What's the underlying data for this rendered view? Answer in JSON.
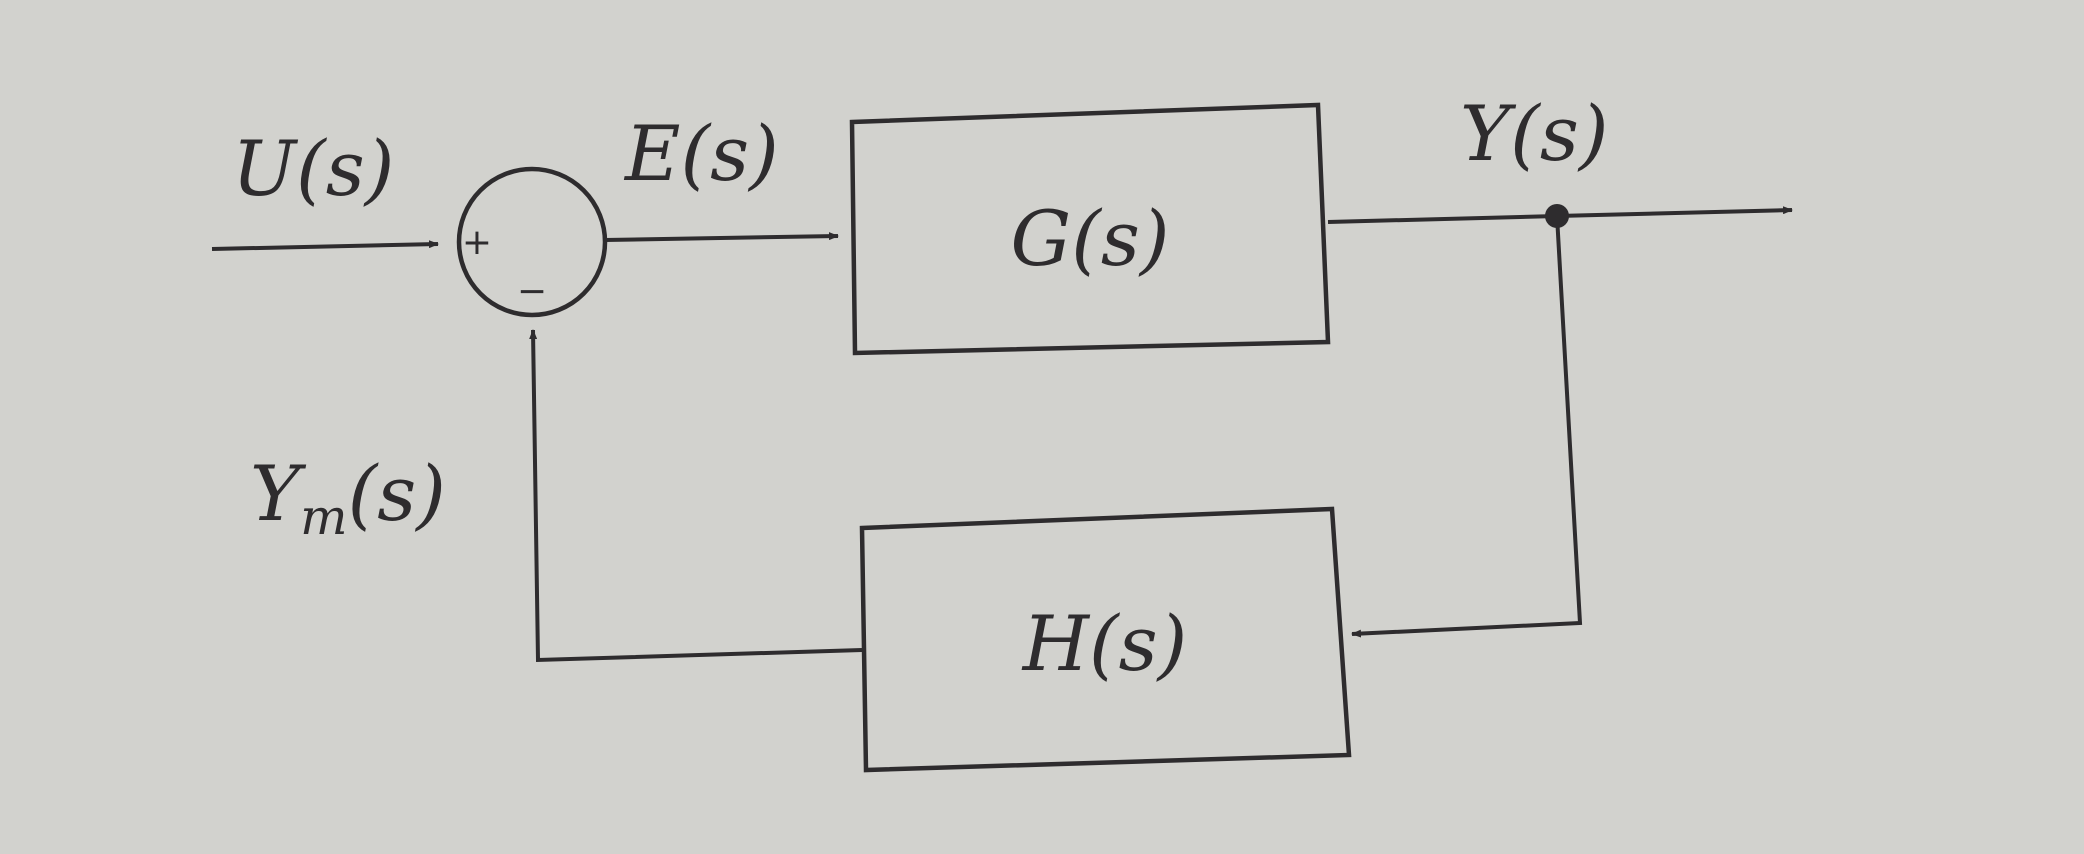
{
  "labels": {
    "input": "U(s)",
    "error": "E(s)",
    "output": "Y(s)",
    "measured": "Y",
    "measured_sub": "m",
    "measured_arg": "(s)"
  },
  "blocks": {
    "forward": "G(s)",
    "feedback": "H(s)"
  },
  "summing_junction": {
    "plus": "+",
    "minus": "−"
  },
  "colors": {
    "paper": "#d2d2ce",
    "ink": "#2e2c2e"
  }
}
